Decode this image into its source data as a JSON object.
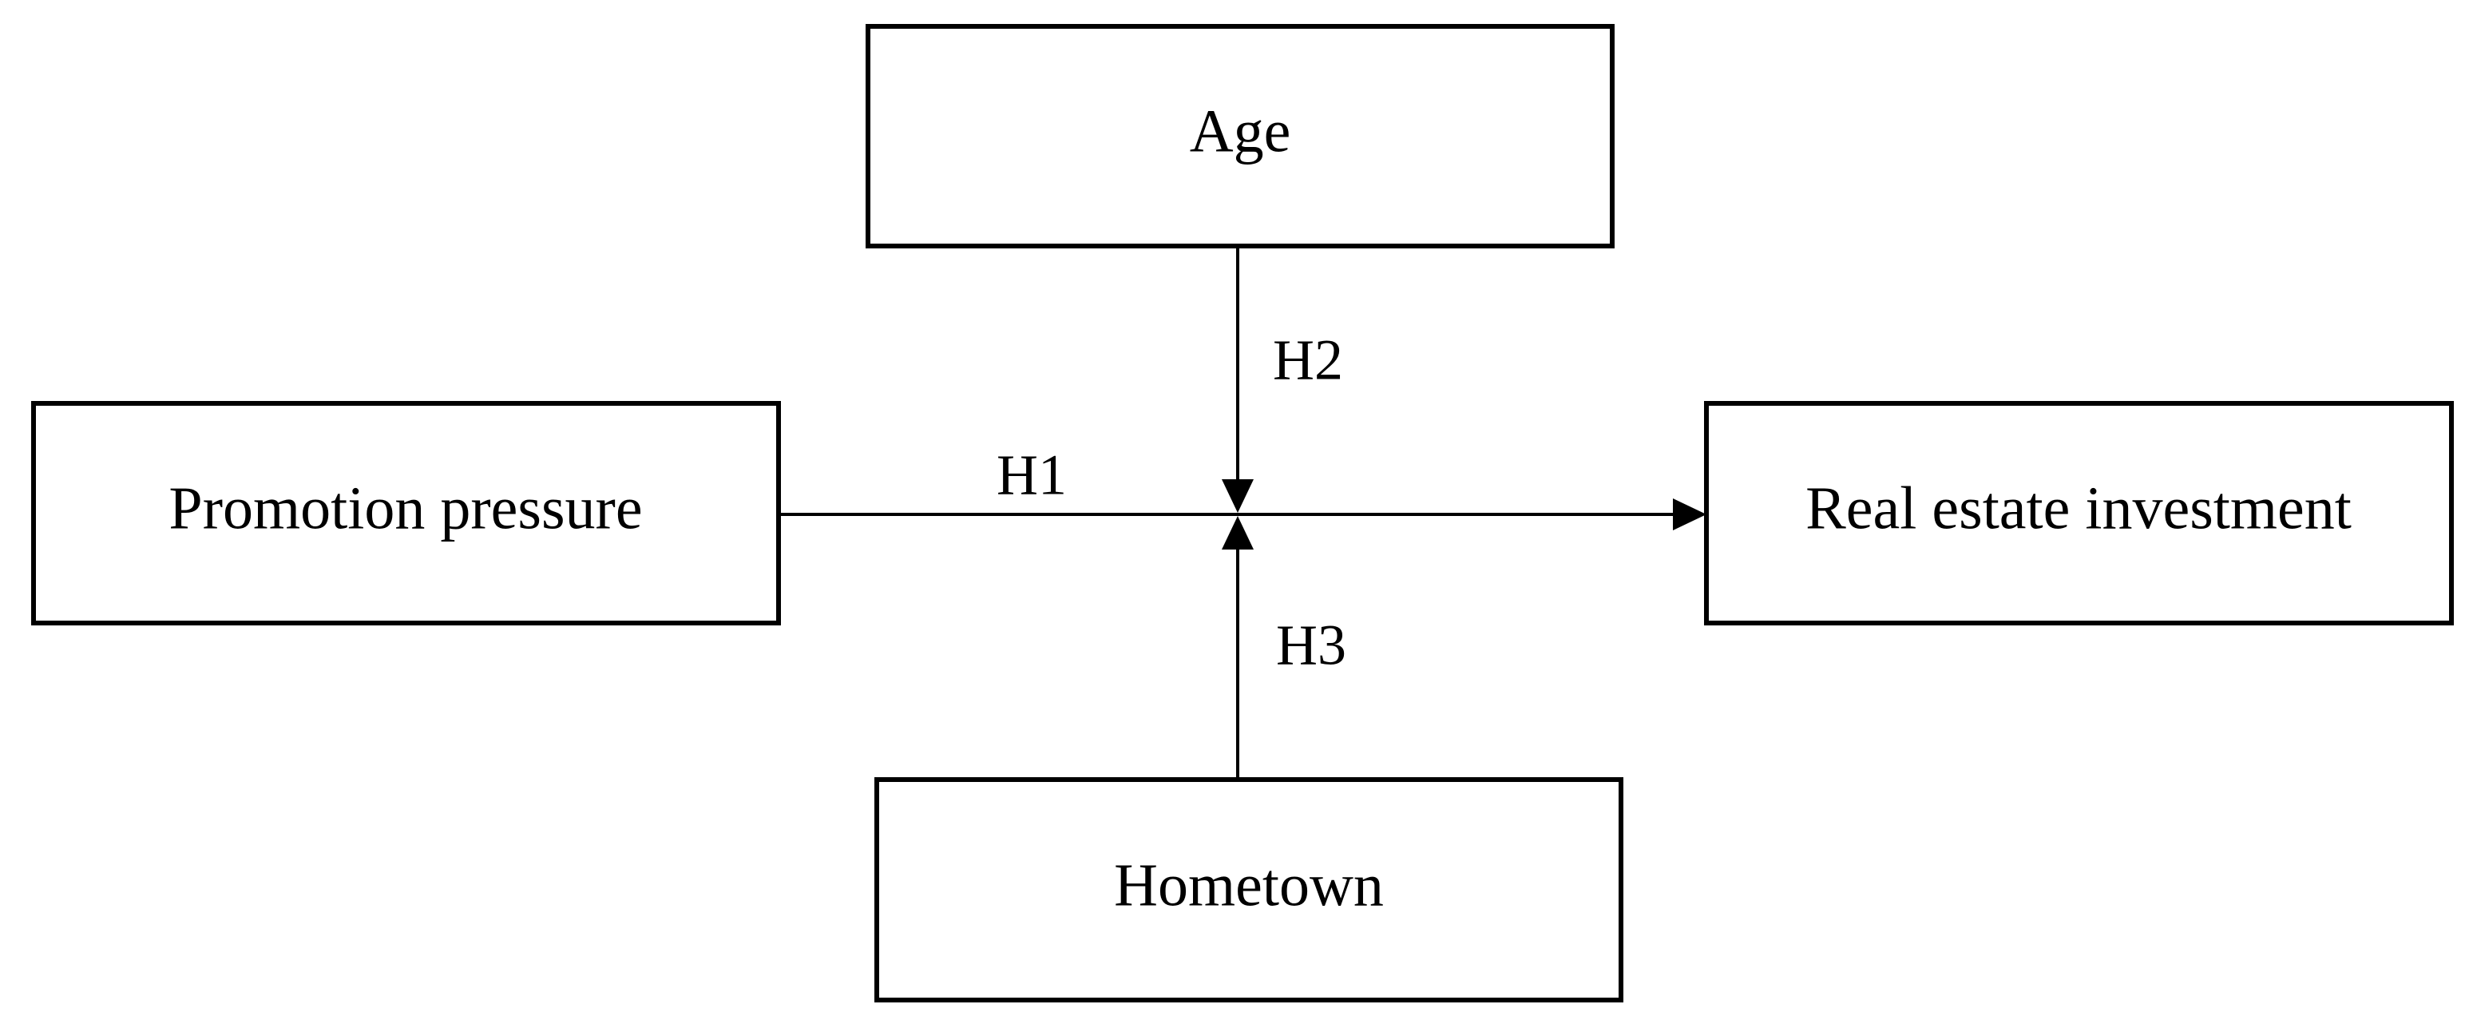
{
  "nodes": {
    "age": {
      "label": "Age"
    },
    "promotion_pressure": {
      "label": "Promotion pressure"
    },
    "real_estate_investment": {
      "label": "Real estate investment"
    },
    "hometown": {
      "label": "Hometown"
    }
  },
  "hypotheses": {
    "h1": {
      "label": "H1",
      "from": "promotion_pressure",
      "to": "real_estate_investment"
    },
    "h2": {
      "label": "H2",
      "from": "age",
      "to": "h1"
    },
    "h3": {
      "label": "H3",
      "from": "hometown",
      "to": "h1"
    }
  },
  "colors": {
    "stroke": "#000000",
    "background": "#ffffff"
  }
}
